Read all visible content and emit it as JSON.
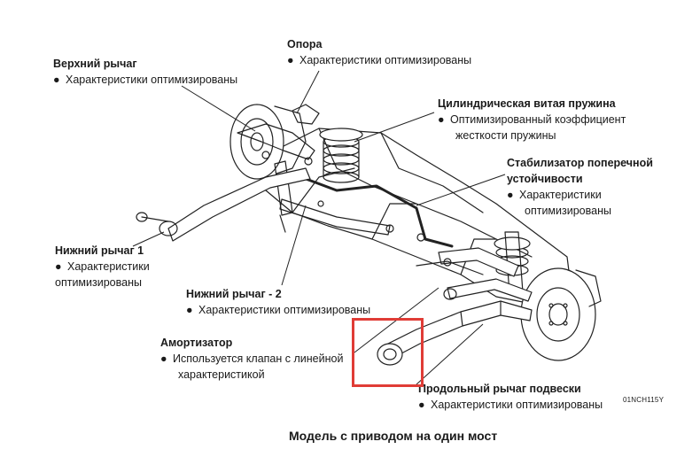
{
  "diagram": {
    "bullet": "●",
    "callouts": [
      {
        "id": "upper-arm",
        "title": "Верхний рычаг",
        "lines": [
          "Характеристики оптимизированы"
        ]
      },
      {
        "id": "support",
        "title": "Опора",
        "lines": [
          "Характеристики оптимизированы"
        ]
      },
      {
        "id": "coil-spring",
        "title": "Цилиндрическая витая пружина",
        "lines": [
          "Оптимизированный коэффициент",
          "жесткости пружины"
        ]
      },
      {
        "id": "stabilizer",
        "title": "Стабилизатор поперечной устойчивости",
        "lines": [
          "Характеристики",
          "оптимизированы"
        ]
      },
      {
        "id": "lower-arm-1",
        "title": "Нижний рычаг  1",
        "lines": [
          "Характеристики",
          "оптимизированы"
        ]
      },
      {
        "id": "lower-arm-2",
        "title": "Нижний рычаг - 2",
        "lines": [
          "Характеристики оптимизированы"
        ]
      },
      {
        "id": "shock-absorber",
        "title": "Амортизатор",
        "lines": [
          "Используется клапан с линейной",
          "характеристикой"
        ]
      },
      {
        "id": "trailing-arm",
        "title": "Продольный рычаг подвески",
        "lines": [
          "Характеристики оптимизированы"
        ]
      }
    ],
    "code": "01NCH115Y",
    "caption": "Модель с приводом на один мост",
    "highlight_color": "#e03c36"
  }
}
